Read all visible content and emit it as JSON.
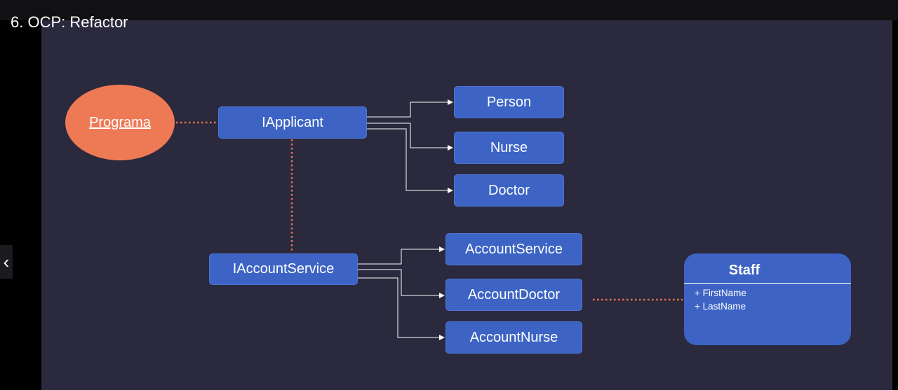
{
  "video": {
    "title": "6. OCP: Refactor",
    "prev_icon": "chevron-left-icon",
    "prev_glyph": "‹"
  },
  "diagram": {
    "start_node": "Programa",
    "interfaces": {
      "applicant": "IApplicant",
      "account_service": "IAccountService"
    },
    "applicant_implementations": [
      "Person",
      "Nurse",
      "Doctor"
    ],
    "account_implementations": [
      "AccountService",
      "AccountDoctor",
      "AccountNurse"
    ],
    "staff": {
      "title": "Staff",
      "attributes": [
        "+ FirstName",
        "+ LastName"
      ]
    },
    "colors": {
      "background": "#2a293d",
      "box": "#3d64c4",
      "ellipse": "#ee7a55",
      "dotted_link": "#e8764f",
      "arrow": "#ffffff"
    }
  }
}
